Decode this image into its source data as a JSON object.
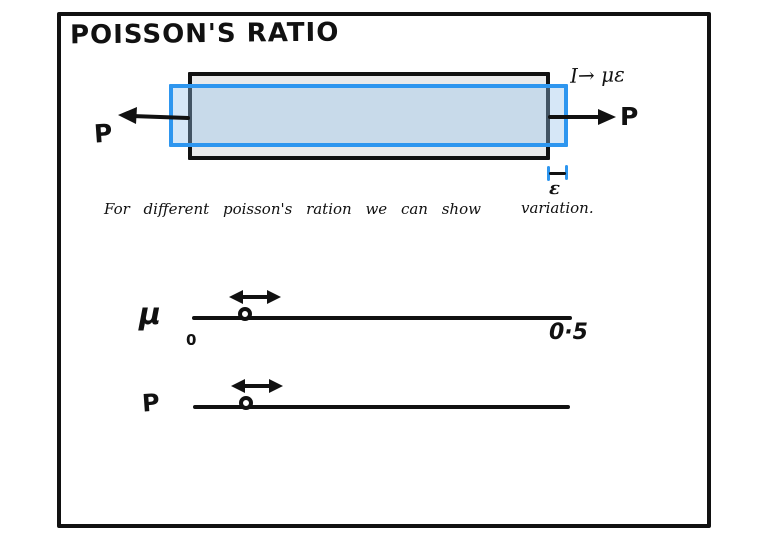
{
  "colors": {
    "ink": "#111111",
    "accent_blue": "#2e96ef",
    "bar_fill": "#e9eaeb",
    "overlay_fill_tint": "rgba(147,193,234,0.38)"
  },
  "title": "POISSON'S RATIO",
  "bar_diagram": {
    "left_force": "P",
    "right_force": "P",
    "elongation_note": "I→ με",
    "epsilon": "ε"
  },
  "caption": {
    "main": "For different poisson's ration we can show",
    "tail": "variation."
  },
  "sliders": {
    "mu": {
      "label": "μ",
      "min": "0",
      "max": "0·5"
    },
    "p": {
      "label": "P"
    }
  }
}
